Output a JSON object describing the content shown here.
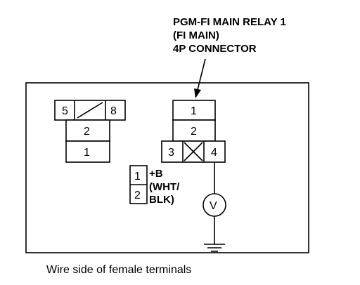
{
  "connector_label": {
    "line1": "PGM-FI MAIN RELAY 1",
    "line2": "(FI MAIN)",
    "line3": "4P CONNECTOR"
  },
  "left_connector": {
    "terminal_a": "5",
    "terminal_b": "8",
    "terminal_c": "2",
    "terminal_d": "1"
  },
  "main_connector": {
    "terminal_1": "1",
    "terminal_2": "2",
    "terminal_3": "3",
    "terminal_4": "4"
  },
  "probe": {
    "terminal_1": "1",
    "terminal_2": "2",
    "label_line1": "+B",
    "label_line2": "(WHT/",
    "label_line3": "BLK)",
    "meter_symbol": "V"
  },
  "caption": "Wire side of female terminals"
}
